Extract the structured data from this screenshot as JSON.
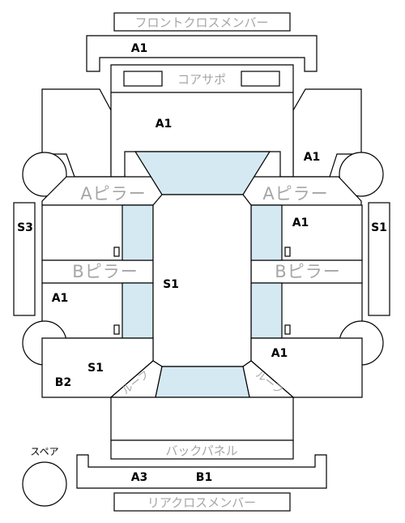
{
  "parts": {
    "front_cross_member": "フロントクロスメンバー",
    "core_support": "コアサポ",
    "a_pillar_left": "Aピラー",
    "a_pillar_right": "Aピラー",
    "b_pillar_left": "Bピラー",
    "b_pillar_right": "Bピラー",
    "back_panel": "バックパネル",
    "rear_cross_member": "リアクロスメンバー",
    "spare": "スペア",
    "roof_left": "ルーフ",
    "roof_right": "ルーフ"
  },
  "grades": {
    "front_cross_member_bar": "A1",
    "hood": "A1",
    "right_fender": "A1",
    "right_front_door": "A1",
    "left_rear_door": "A1",
    "right_rear_quarter": "A1",
    "roof": "S1",
    "left_rear_quarter": "S1",
    "left_rocker": "S3",
    "right_rocker": "S1",
    "left_corner": "B2",
    "rear_cross_member_left": "A3",
    "rear_cross_member_right": "B1"
  }
}
